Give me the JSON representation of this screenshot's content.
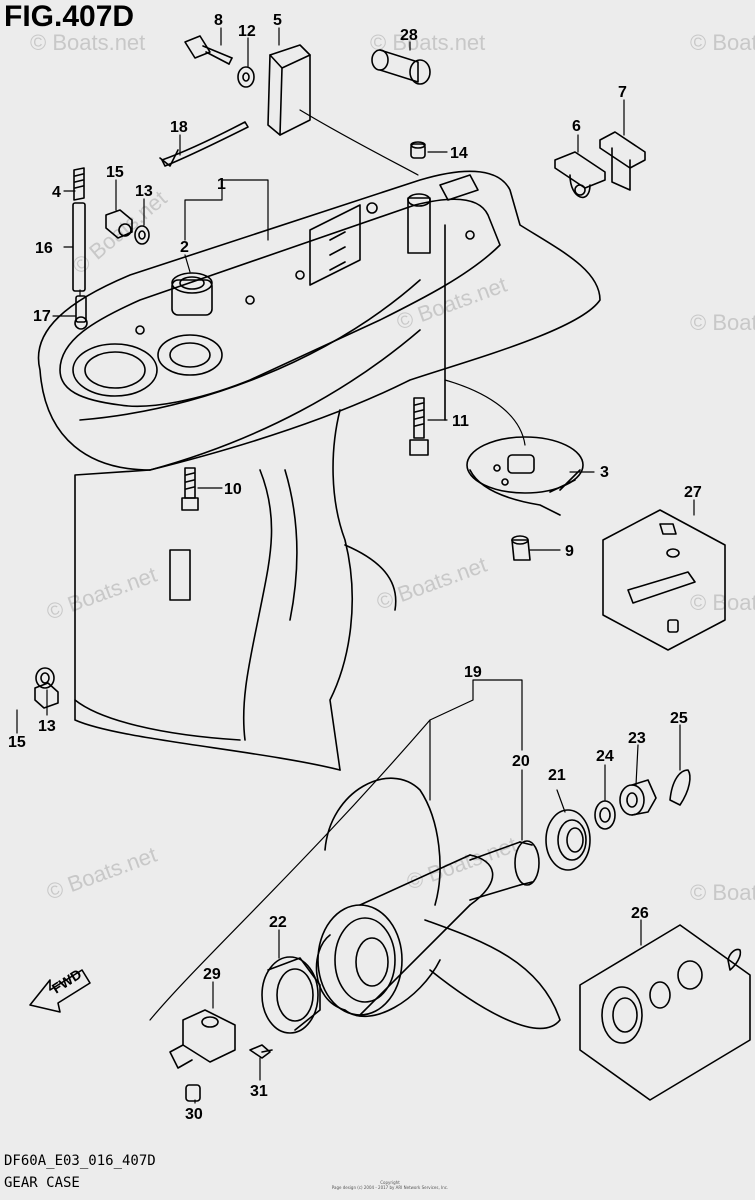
{
  "figure_title": "FIG.407D",
  "footer": {
    "code": "DF60A_E03_016_407D",
    "name": "GEAR CASE",
    "copyright_l1": "Copyright",
    "copyright_l2": "Page design (c) 2004 - 2017 by ARI Network Services, Inc."
  },
  "watermark": "© Boats.net",
  "fwd_label": "FWD",
  "callouts": [
    {
      "id": "c8",
      "text": "8"
    },
    {
      "id": "c12",
      "text": "12"
    },
    {
      "id": "c5",
      "text": "5"
    },
    {
      "id": "c28",
      "text": "28"
    },
    {
      "id": "c18",
      "text": "18"
    },
    {
      "id": "c7",
      "text": "7"
    },
    {
      "id": "c6",
      "text": "6"
    },
    {
      "id": "c14",
      "text": "14"
    },
    {
      "id": "c4",
      "text": "4"
    },
    {
      "id": "c15a",
      "text": "15"
    },
    {
      "id": "c13a",
      "text": "13"
    },
    {
      "id": "c1",
      "text": "1"
    },
    {
      "id": "c2",
      "text": "2"
    },
    {
      "id": "c16",
      "text": "16"
    },
    {
      "id": "c17",
      "text": "17"
    },
    {
      "id": "c11",
      "text": "11"
    },
    {
      "id": "c3",
      "text": "3"
    },
    {
      "id": "c10",
      "text": "10"
    },
    {
      "id": "c27",
      "text": "27"
    },
    {
      "id": "c9",
      "text": "9"
    },
    {
      "id": "c15b",
      "text": "15"
    },
    {
      "id": "c13b",
      "text": "13"
    },
    {
      "id": "c19",
      "text": "19"
    },
    {
      "id": "c25",
      "text": "25"
    },
    {
      "id": "c23",
      "text": "23"
    },
    {
      "id": "c24",
      "text": "24"
    },
    {
      "id": "c20",
      "text": "20"
    },
    {
      "id": "c21",
      "text": "21"
    },
    {
      "id": "c26",
      "text": "26"
    },
    {
      "id": "c22",
      "text": "22"
    },
    {
      "id": "c29",
      "text": "29"
    },
    {
      "id": "c31",
      "text": "31"
    },
    {
      "id": "c30",
      "text": "30"
    }
  ]
}
